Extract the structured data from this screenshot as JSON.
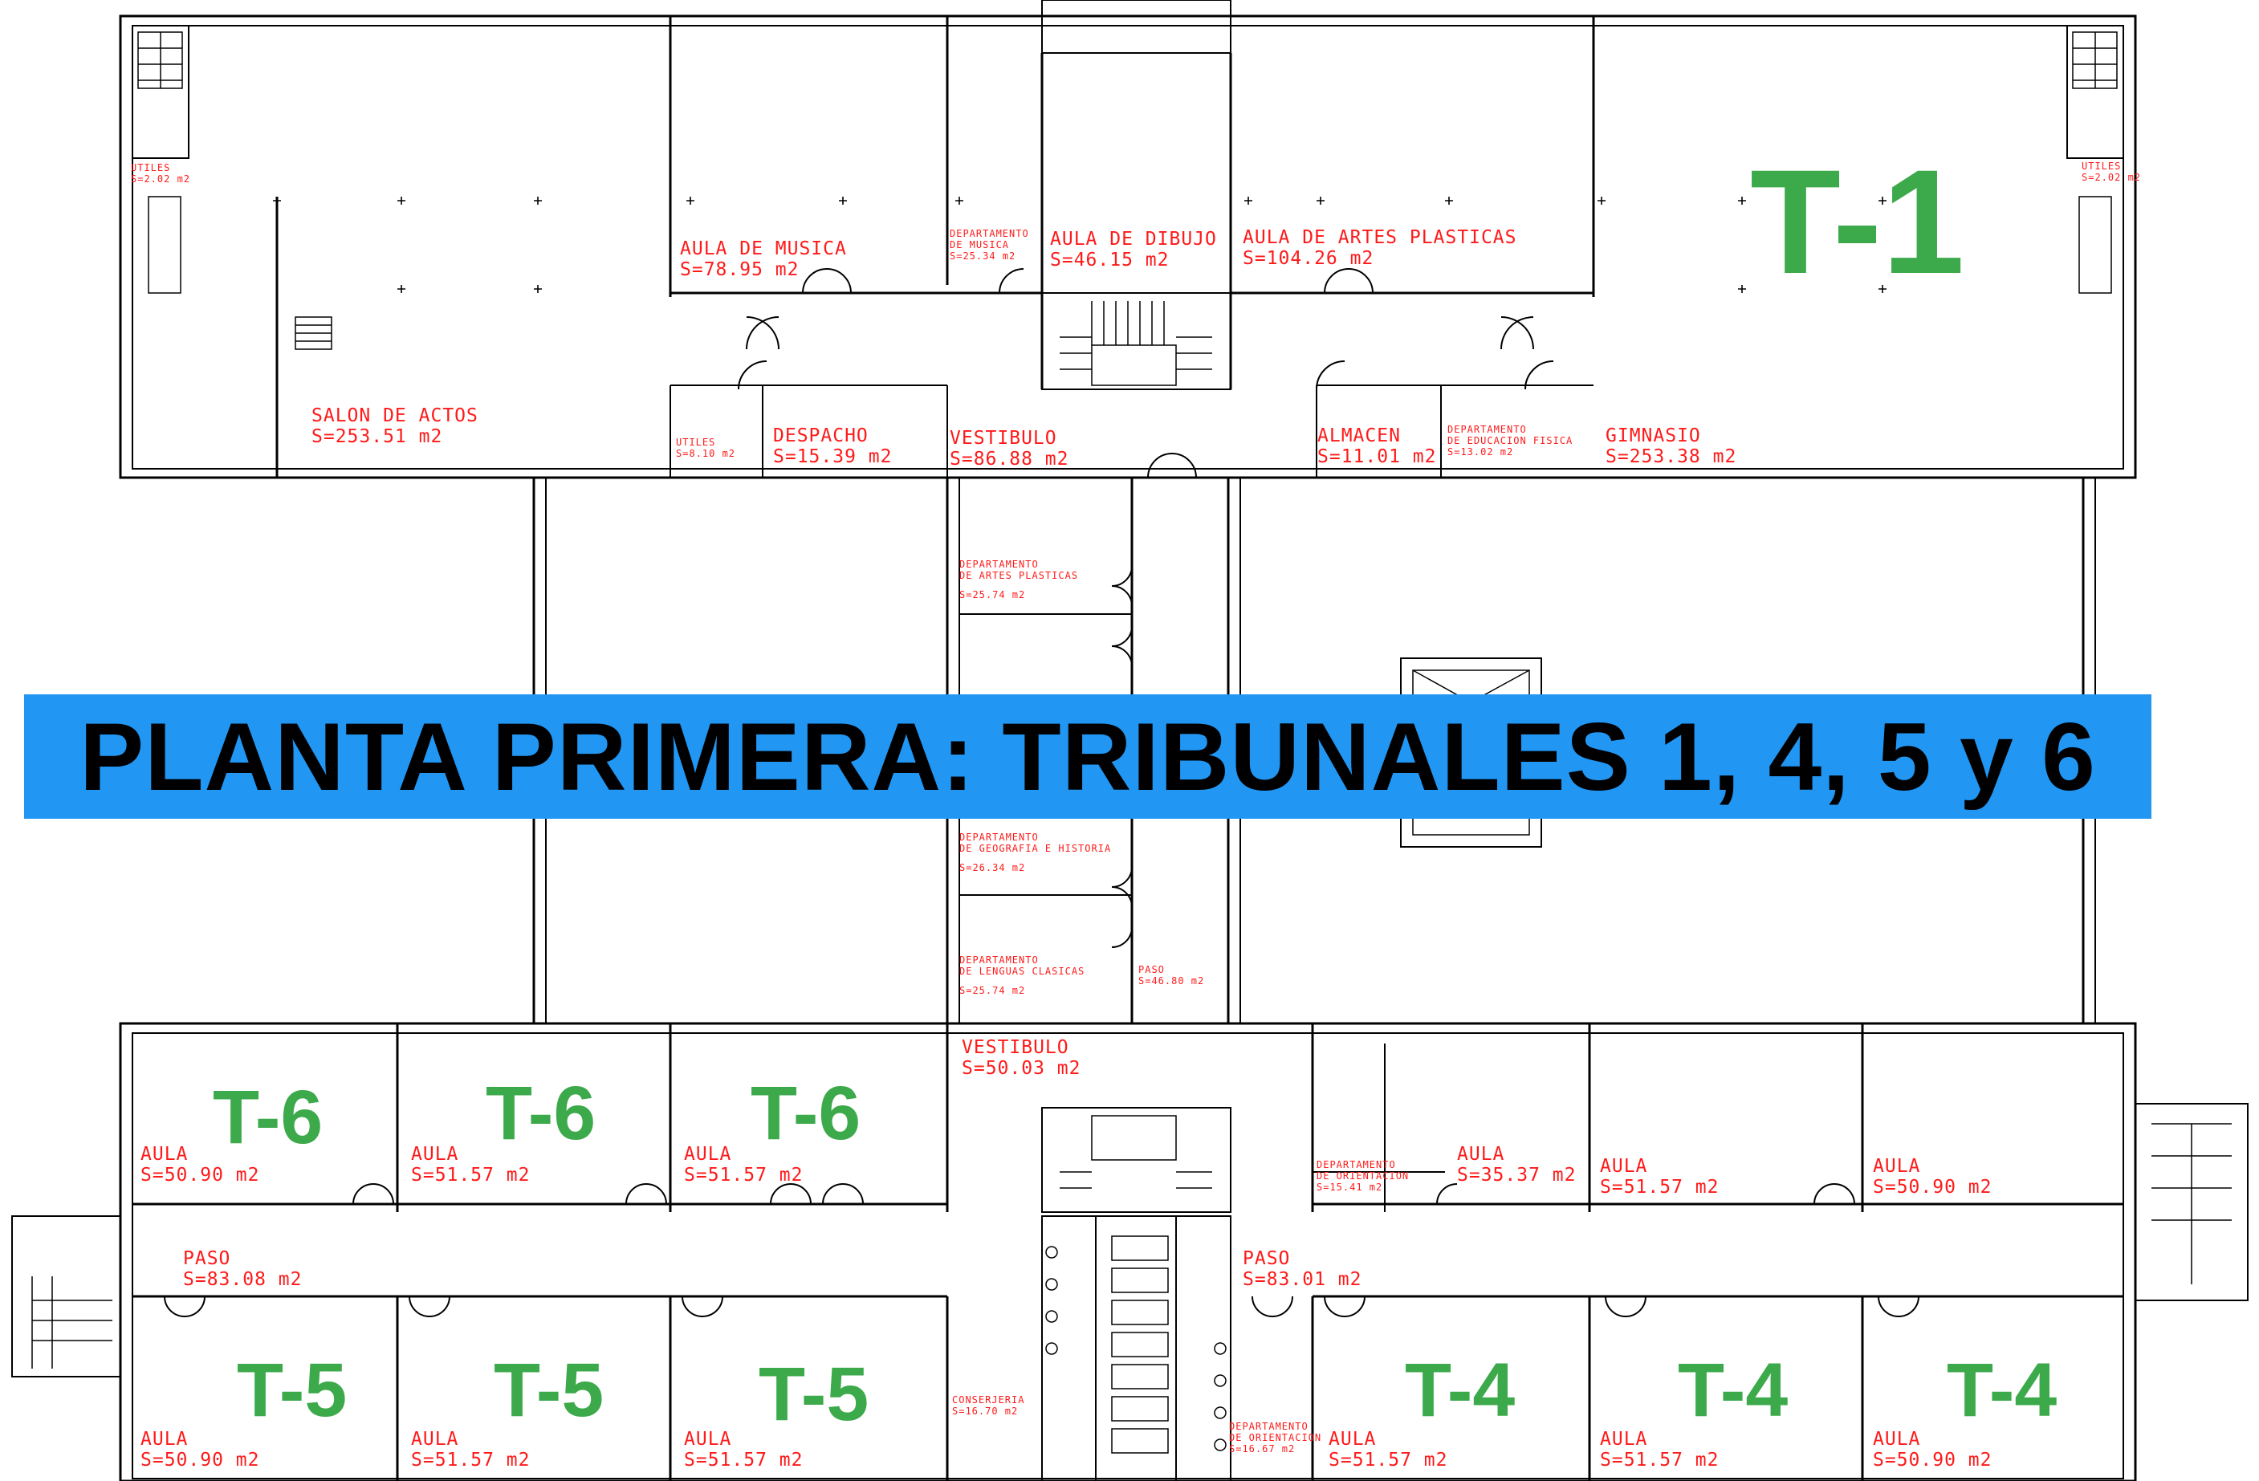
{
  "banner": {
    "title": "PLANTA PRIMERA: TRIBUNALES 1, 4, 5 y 6"
  },
  "colors": {
    "walls": "#000000",
    "room_labels": "#ff1a1a",
    "tribunal_labels": "#3ca94b",
    "banner_background": "#2196f3",
    "banner_text": "#000000"
  },
  "tribunals": {
    "t1": "T-1",
    "t6a": "T-6",
    "t6b": "T-6",
    "t6c": "T-6",
    "t5a": "T-5",
    "t5b": "T-5",
    "t5c": "T-5",
    "t4a": "T-4",
    "t4b": "T-4",
    "t4c": "T-4"
  },
  "rooms": {
    "utiles_left": {
      "name": "UTILES",
      "area": "S=2.02 m2"
    },
    "utiles_right": {
      "name": "UTILES",
      "area": "S=2.02 m2"
    },
    "salon_actos": {
      "name": "SALON DE ACTOS",
      "area": "S=253.51 m2"
    },
    "aula_musica": {
      "name": "AULA DE MUSICA",
      "area": "S=78.95 m2"
    },
    "depto_musica": {
      "name": "DEPARTAMENTO\nDE MUSICA",
      "area": "S=25.34 m2"
    },
    "aula_dibujo": {
      "name": "AULA DE DIBUJO",
      "area": "S=46.15 m2"
    },
    "aula_artes": {
      "name": "AULA DE ARTES PLASTICAS",
      "area": "S=104.26 m2"
    },
    "utiles_mid": {
      "name": "UTILES",
      "area": "S=8.10 m2"
    },
    "despacho": {
      "name": "DESPACHO",
      "area": "S=15.39 m2"
    },
    "vestibulo_top": {
      "name": "VESTIBULO",
      "area": "S=86.88 m2"
    },
    "almacen": {
      "name": "ALMACEN",
      "area": "S=11.01 m2"
    },
    "depto_ef": {
      "name": "DEPARTAMENTO\nDE EDUCACION FISICA",
      "area": "S=13.02 m2"
    },
    "gimnasio": {
      "name": "GIMNASIO",
      "area": "S=253.38 m2"
    },
    "depto_artes": {
      "name": "DEPARTAMENTO\nDE ARTES PLASTICAS",
      "area": "S=25.74 m2"
    },
    "depto_geo": {
      "name": "DEPARTAMENTO\nDE GEOGRAFIA E HISTORIA",
      "area": "S=26.34 m2"
    },
    "depto_lenguas": {
      "name": "DEPARTAMENTO\nDE LENGUAS CLASICAS",
      "area": "S=25.74 m2"
    },
    "paso_center": {
      "name": "PASO",
      "area": "S=46.80 m2"
    },
    "vestibulo_bottom": {
      "name": "VESTIBULO",
      "area": "S=50.03 m2"
    },
    "aula_t6a": {
      "name": "AULA",
      "area": "S=50.90 m2"
    },
    "aula_t6b": {
      "name": "AULA",
      "area": "S=51.57 m2"
    },
    "aula_t6c": {
      "name": "AULA",
      "area": "S=51.57 m2"
    },
    "depto_orient_top": {
      "name": "DEPARTAMENTO\nDE ORIENTACION",
      "area": "S=15.41 m2"
    },
    "aula_r1": {
      "name": "AULA",
      "area": "S=35.37 m2"
    },
    "aula_r2": {
      "name": "AULA",
      "area": "S=51.57 m2"
    },
    "aula_r3": {
      "name": "AULA",
      "area": "S=50.90 m2"
    },
    "paso_left": {
      "name": "PASO",
      "area": "S=83.08 m2"
    },
    "paso_right": {
      "name": "PASO",
      "area": "S=83.01 m2"
    },
    "aula_t5a": {
      "name": "AULA",
      "area": "S=50.90 m2"
    },
    "aula_t5b": {
      "name": "AULA",
      "area": "S=51.57 m2"
    },
    "aula_t5c": {
      "name": "AULA",
      "area": "S=51.57 m2"
    },
    "conserjeria": {
      "name": "CONSERJERIA",
      "area": "S=16.70 m2"
    },
    "depto_orient_bottom": {
      "name": "DEPARTAMENTO\nDE ORIENTACION",
      "area": "S=16.67 m2"
    },
    "aula_t4a": {
      "name": "AULA",
      "area": "S=51.57 m2"
    },
    "aula_t4b": {
      "name": "AULA",
      "area": "S=51.57 m2"
    },
    "aula_t4c": {
      "name": "AULA",
      "area": "S=50.90 m2"
    }
  }
}
